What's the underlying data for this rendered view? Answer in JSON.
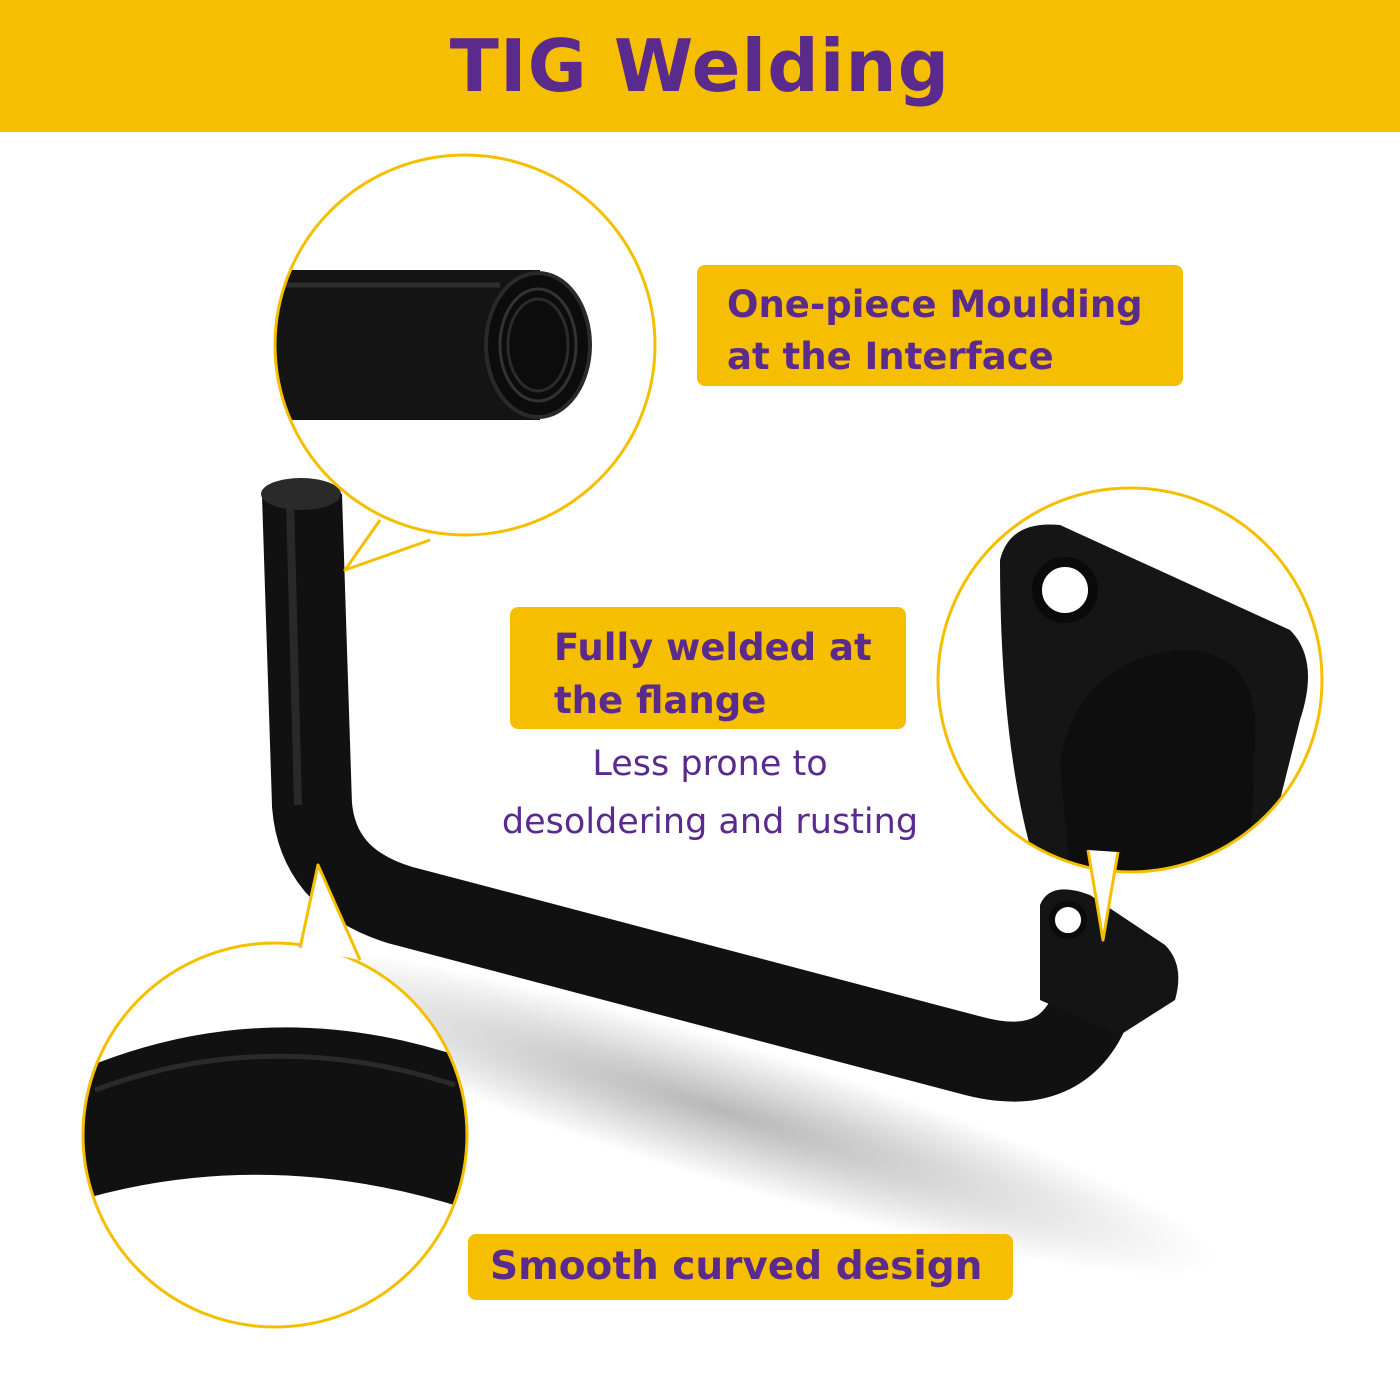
{
  "header": {
    "title": "TIG Welding"
  },
  "callouts": {
    "interface": {
      "line1": "One-piece Moulding",
      "line2": "at the Interface"
    },
    "flange": {
      "line1": "Fully welded at",
      "line2": "the flange",
      "sub1": "Less prone to",
      "sub2": "desoldering and rusting"
    },
    "curve": {
      "label": "Smooth curved design"
    }
  },
  "colors": {
    "accent": "#f5bf00",
    "text": "#5a2a8c",
    "pipe": "#111111"
  }
}
